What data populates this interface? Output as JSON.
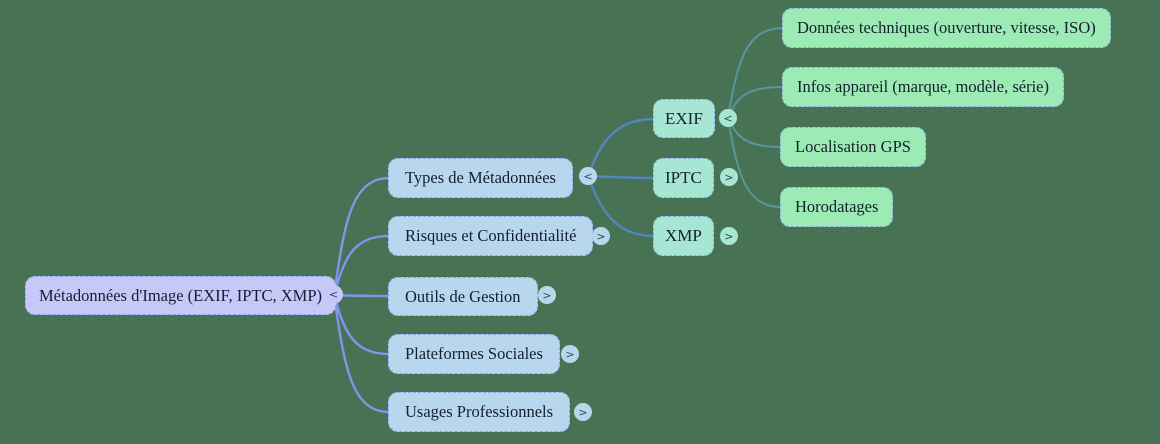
{
  "colors": {
    "background": "#487254",
    "root_fill": "#c6c9f8",
    "branch_fill": "#b8d7ee",
    "format_fill": "#a6e6d2",
    "leaf_fill": "#9debb4",
    "edge_root": "#8095ec",
    "edge_branch": "#5287bd",
    "edge_leaf": "#5a95a2",
    "text": "#14202e"
  },
  "mindmap": {
    "root": {
      "label": "Métadonnées d'Image (EXIF, IPTC, XMP)",
      "toggle": "<"
    },
    "branches": [
      {
        "label": "Types de Métadonnées",
        "toggle": "<",
        "children": [
          {
            "label": "EXIF",
            "toggle": "<",
            "children": [
              {
                "label": "Données techniques (ouverture, vitesse, ISO)"
              },
              {
                "label": "Infos appareil (marque, modèle, série)"
              },
              {
                "label": "Localisation GPS"
              },
              {
                "label": "Horodatages"
              }
            ]
          },
          {
            "label": "IPTC",
            "toggle": ">"
          },
          {
            "label": "XMP",
            "toggle": ">"
          }
        ]
      },
      {
        "label": "Risques et Confidentialité",
        "toggle": ">"
      },
      {
        "label": "Outils de Gestion",
        "toggle": ">"
      },
      {
        "label": "Plateformes Sociales",
        "toggle": ">"
      },
      {
        "label": "Usages Professionnels",
        "toggle": ">"
      }
    ]
  }
}
